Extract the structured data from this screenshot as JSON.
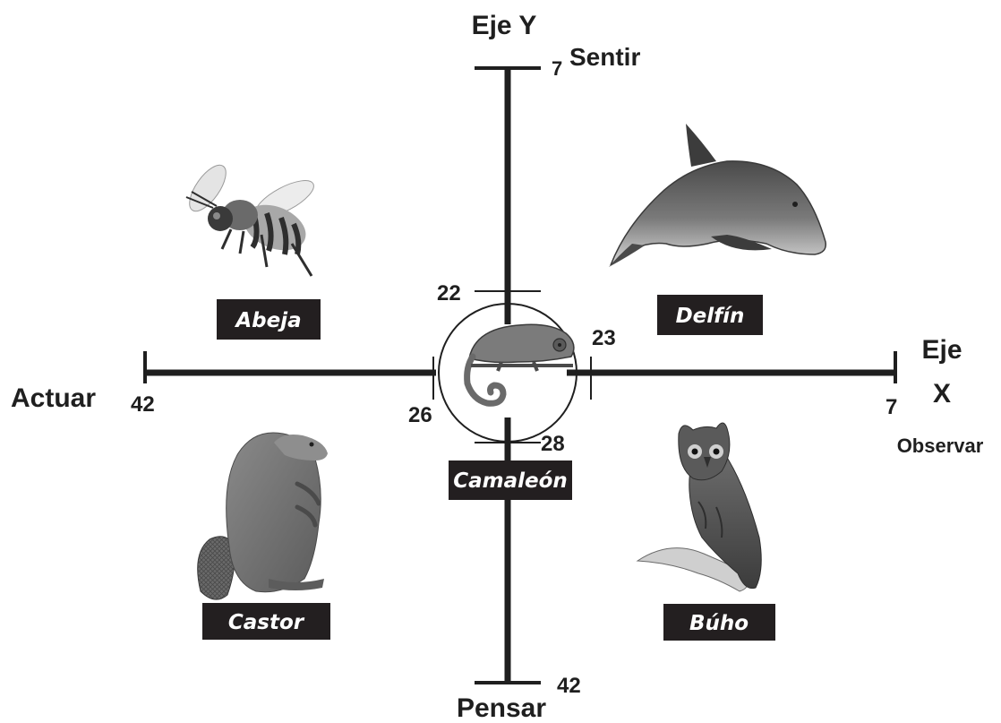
{
  "axes": {
    "y_title": "Eje Y",
    "x_title_line1": "Eje",
    "x_title_line2": "X"
  },
  "poles": {
    "top": "Sentir",
    "bottom": "Pensar",
    "left": "Actuar",
    "right": "Observar"
  },
  "scale": {
    "top_end": "7",
    "bottom_end": "42",
    "left_end": "42",
    "right_end": "7",
    "inner_top": "22",
    "inner_bottom": "28",
    "inner_left": "26",
    "inner_right": "23"
  },
  "animals": {
    "bee": "Abeja",
    "dolphin": "Delfín",
    "chameleon": "Camaleón",
    "beaver": "Castor",
    "owl": "Búho"
  },
  "colors": {
    "ink": "#1f1f1f",
    "tag_bg": "#231f20",
    "tag_text": "#ffffff"
  }
}
